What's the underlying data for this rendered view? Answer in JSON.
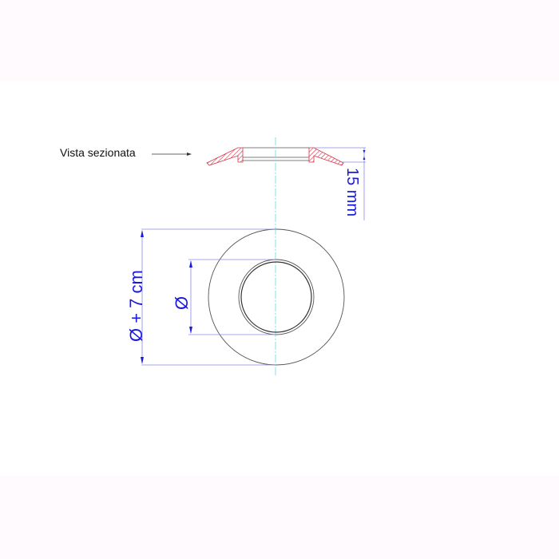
{
  "drawing": {
    "section_label": "Vista sezionata",
    "dimensions": {
      "height": "15 mm",
      "outer_diameter": "Ø + 7 cm",
      "inner_diameter": "Ø"
    },
    "colors": {
      "dimension": "#1a1adf",
      "section_hatch": "#d9334a",
      "centerline": "#7fe0ea",
      "outline": "#555555",
      "background_band": "#fffafd"
    }
  }
}
